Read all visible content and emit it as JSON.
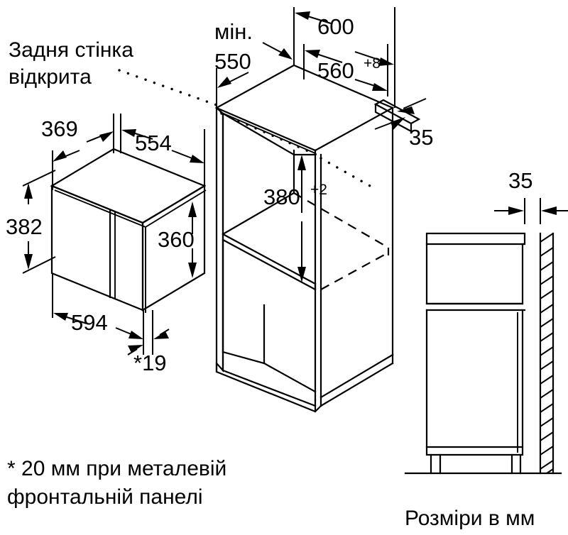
{
  "diagram": {
    "title_note_top_left": "Задня стінка\nвідкрита",
    "note_back_wall_line1": "Задня стінка",
    "note_back_wall_line2": "відкрита",
    "footnote_line1": "* 20 мм при металевій",
    "footnote_line2": "фронтальній панелі",
    "units_note": "Розміри в мм",
    "colors": {
      "line": "#000000",
      "background": "#ffffff"
    },
    "dimensions": {
      "min_label": "мін.",
      "min_depth": "550",
      "niche_width_outer": "600",
      "niche_width_inner": "560",
      "niche_width_inner_tolerance": "+8",
      "top_panel_thickness": "35",
      "niche_height": "380",
      "niche_height_tolerance": "+2",
      "appliance_depth_back": "369",
      "appliance_depth_top": "554",
      "appliance_height_total": "382",
      "appliance_height_body": "360",
      "appliance_width": "594",
      "front_panel_thickness": "*19",
      "wall_gap": "35"
    }
  }
}
